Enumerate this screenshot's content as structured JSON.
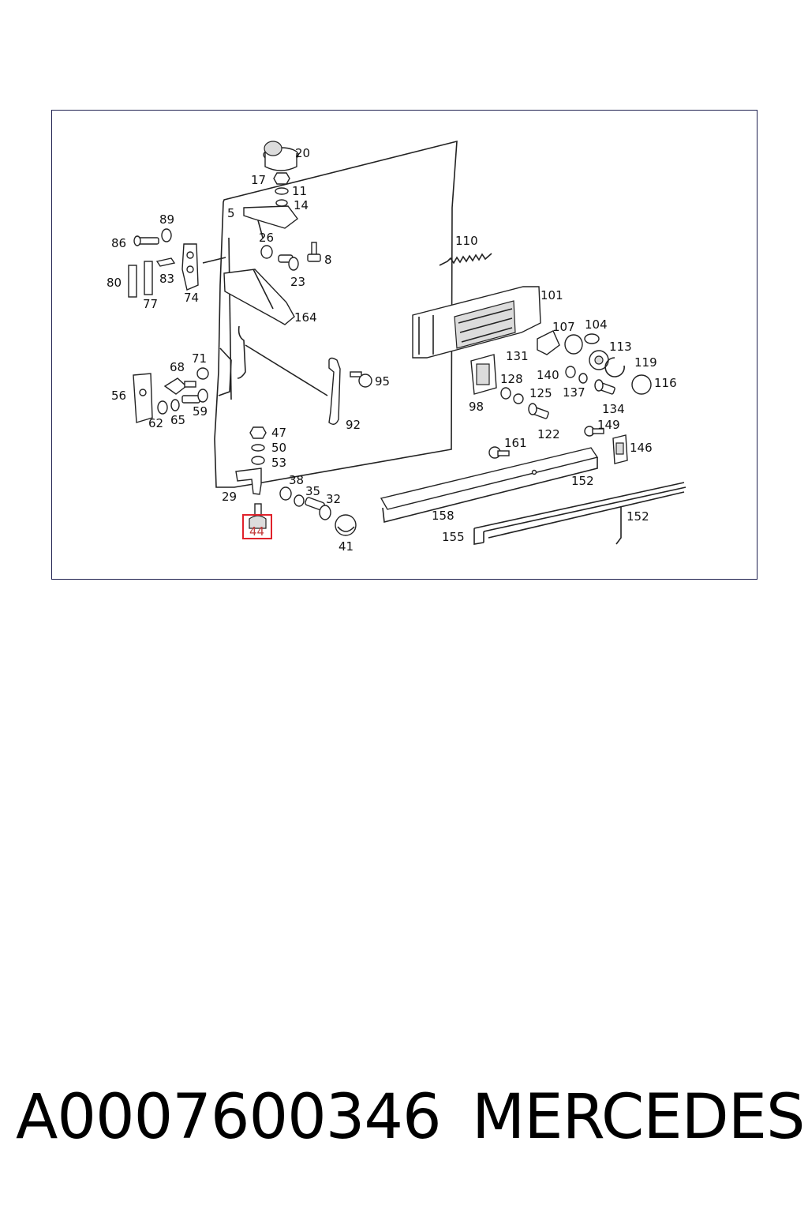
{
  "footer": {
    "part_number": "A0007600346",
    "brand": "MERCEDES"
  },
  "highlight": {
    "label": "44",
    "color": "#e0222b"
  },
  "callouts": {
    "c20": "20",
    "c17": "17",
    "c11": "11",
    "c14": "14",
    "c5": "5",
    "c89": "89",
    "c86": "86",
    "c26": "26",
    "c8": "8",
    "c80": "80",
    "c83": "83",
    "c23": "23",
    "c77": "77",
    "c74": "74",
    "c164": "164",
    "c110": "110",
    "c101": "101",
    "c107": "107",
    "c104": "104",
    "c113": "113",
    "c119": "119",
    "c116": "116",
    "c131": "131",
    "c140": "140",
    "c137": "137",
    "c134": "134",
    "c128": "128",
    "c125": "125",
    "c98": "98",
    "c122": "122",
    "c149": "149",
    "c146": "146",
    "c161": "161",
    "c152a": "152",
    "c158": "158",
    "c155": "155",
    "c152b": "152",
    "c71": "71",
    "c68": "68",
    "c56": "56",
    "c62": "62",
    "c65": "65",
    "c59": "59",
    "c95": "95",
    "c92": "92",
    "c47": "47",
    "c50": "50",
    "c53": "53",
    "c38": "38",
    "c35": "35",
    "c32": "32",
    "c29": "29",
    "c41": "41"
  }
}
